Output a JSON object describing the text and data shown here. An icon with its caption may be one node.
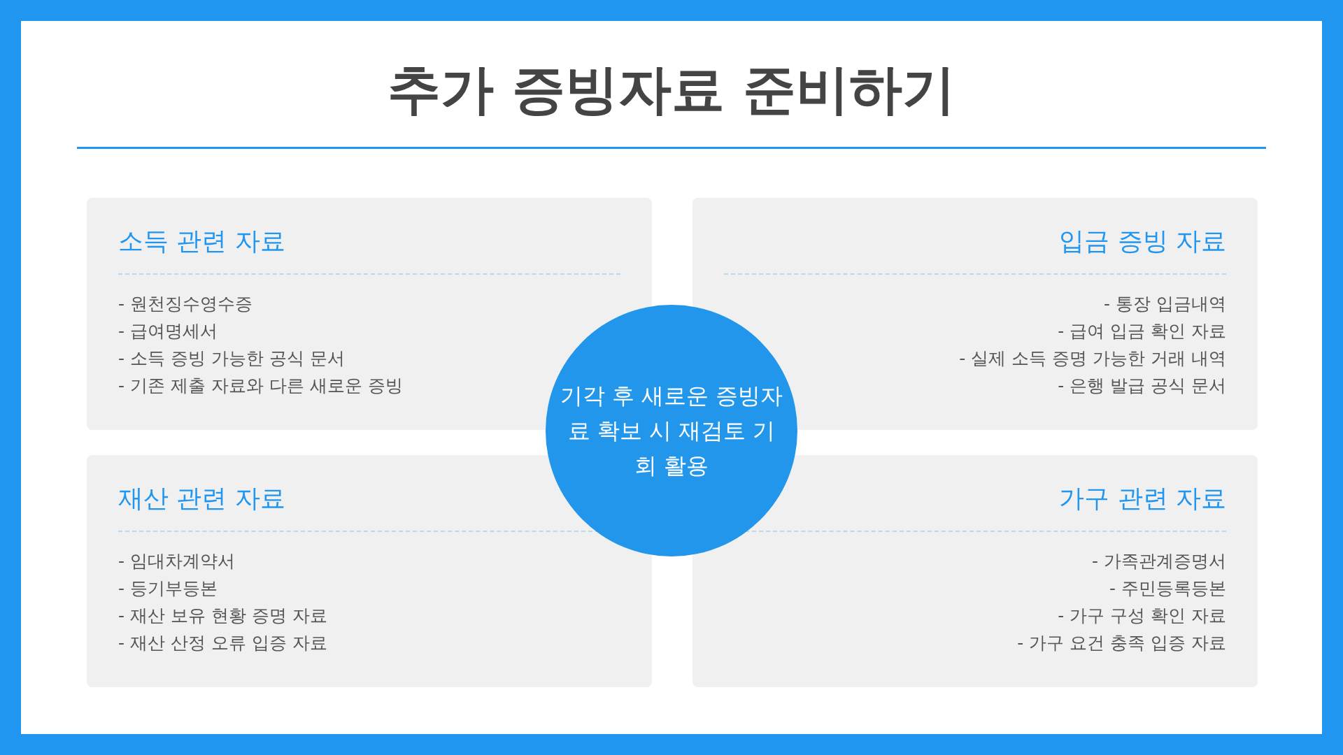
{
  "diagram": {
    "title": "추가 증빙자료 준비하기",
    "nodes": [
      {
        "text": [
          "소득 관련 자료",
          "- 원천징수영수증",
          "- 급여명세서",
          "- 소득 증빙 가능한 공식 문서",
          "- 기존 제출 자료와 다른 새로운 증빙"
        ]
      },
      {
        "text": [
          "입금 증빙 자료",
          "- 통장 입금내역",
          "- 급여 입금 확인 자료",
          "- 실제 소득 증명 가능한 거래 내역",
          "- 은행 발급 공식 문서"
        ]
      },
      {
        "text": [
          "재산 관련 자료",
          "- 임대차계약서",
          "- 등기부등본",
          "- 재산 보유 현황 증명 자료",
          "- 재산 산정 오류 입증 자료"
        ]
      },
      {
        "text": [
          "가구 관련 자료",
          "- 가족관계증명서",
          "- 주민등록등본",
          "- 가구 구성 확인 자료",
          "- 가구 요건 충족 입증 자료"
        ]
      },
      {
        "text": [
          "기각 후 새로운 증빙자료 확보 시 재검토 기회 활용"
        ]
      }
    ]
  }
}
